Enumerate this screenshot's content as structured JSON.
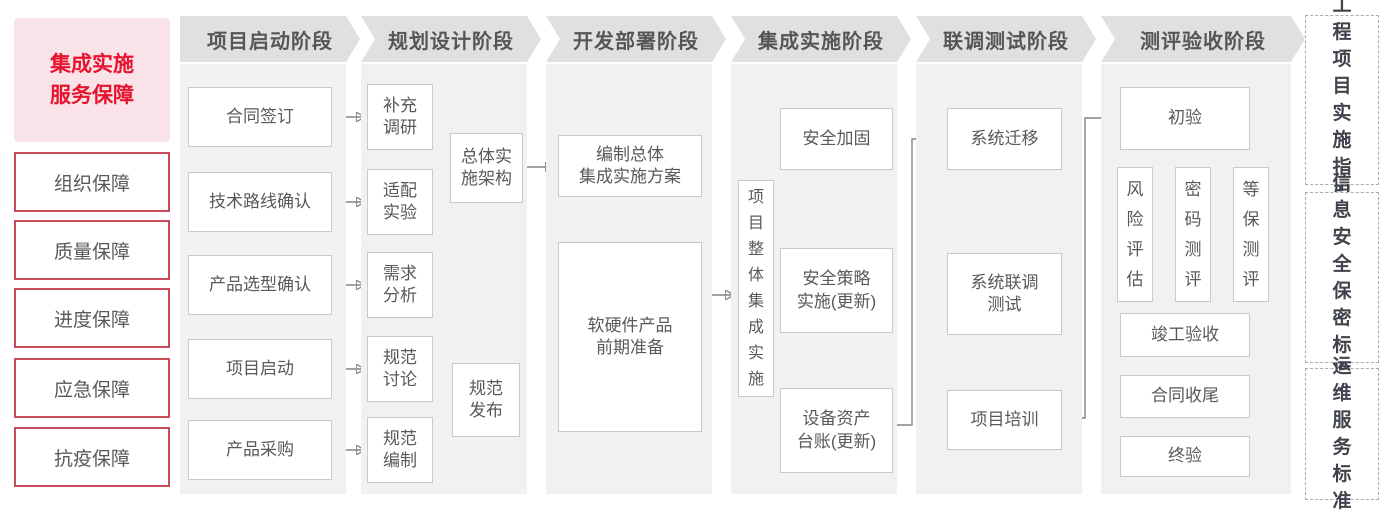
{
  "sidebar": {
    "title": "集成实施\n服务保障",
    "items": [
      "组织保障",
      "质量保障",
      "进度保障",
      "应急保障",
      "抗疫保障"
    ]
  },
  "phases": [
    {
      "label": "项目启动阶段",
      "nodes": [
        "合同签订",
        "技术路线确认",
        "产品选型确认",
        "项目启动",
        "产品采购"
      ]
    },
    {
      "label": "规划设计阶段",
      "nodes": [
        "补充\n调研",
        "适配\n实验",
        "需求\n分析",
        "规范\n讨论",
        "规范\n编制",
        "总体实\n施架构",
        "规范\n发布"
      ]
    },
    {
      "label": "开发部署阶段",
      "nodes": [
        "编制总体\n集成实施方案",
        "软硬件产品\n前期准备"
      ]
    },
    {
      "label": "集成实施阶段",
      "nodes": [
        "项\n目\n整\n体\n集\n成\n实\n施",
        "安全加固",
        "安全策略\n实施(更新)",
        "设备资产\n台账(更新)"
      ]
    },
    {
      "label": "联调测试阶段",
      "nodes": [
        "系统迁移",
        "系统联调\n测试",
        "项目培训"
      ]
    },
    {
      "label": "测评验收阶段",
      "nodes": [
        "初验",
        "风\n险\n评\n估",
        "密\n码\n测\n评",
        "等\n保\n测\n评",
        "竣工验收",
        "合同收尾",
        "终验"
      ]
    }
  ],
  "standards": [
    "工程\n项目\n实施\n指引",
    "信息\n安全\n保密\n标准",
    "运维\n服务\n标准"
  ],
  "colors": {
    "accent_red": "#e6142e",
    "pink_bg": "#f9e3e8",
    "red_border": "#c64c59",
    "header_gray": "#e0e0e0",
    "panel_gray": "#f1f1f1",
    "line_gray": "#848484",
    "node_border": "#c9c9c9",
    "node_text": "#595959"
  }
}
